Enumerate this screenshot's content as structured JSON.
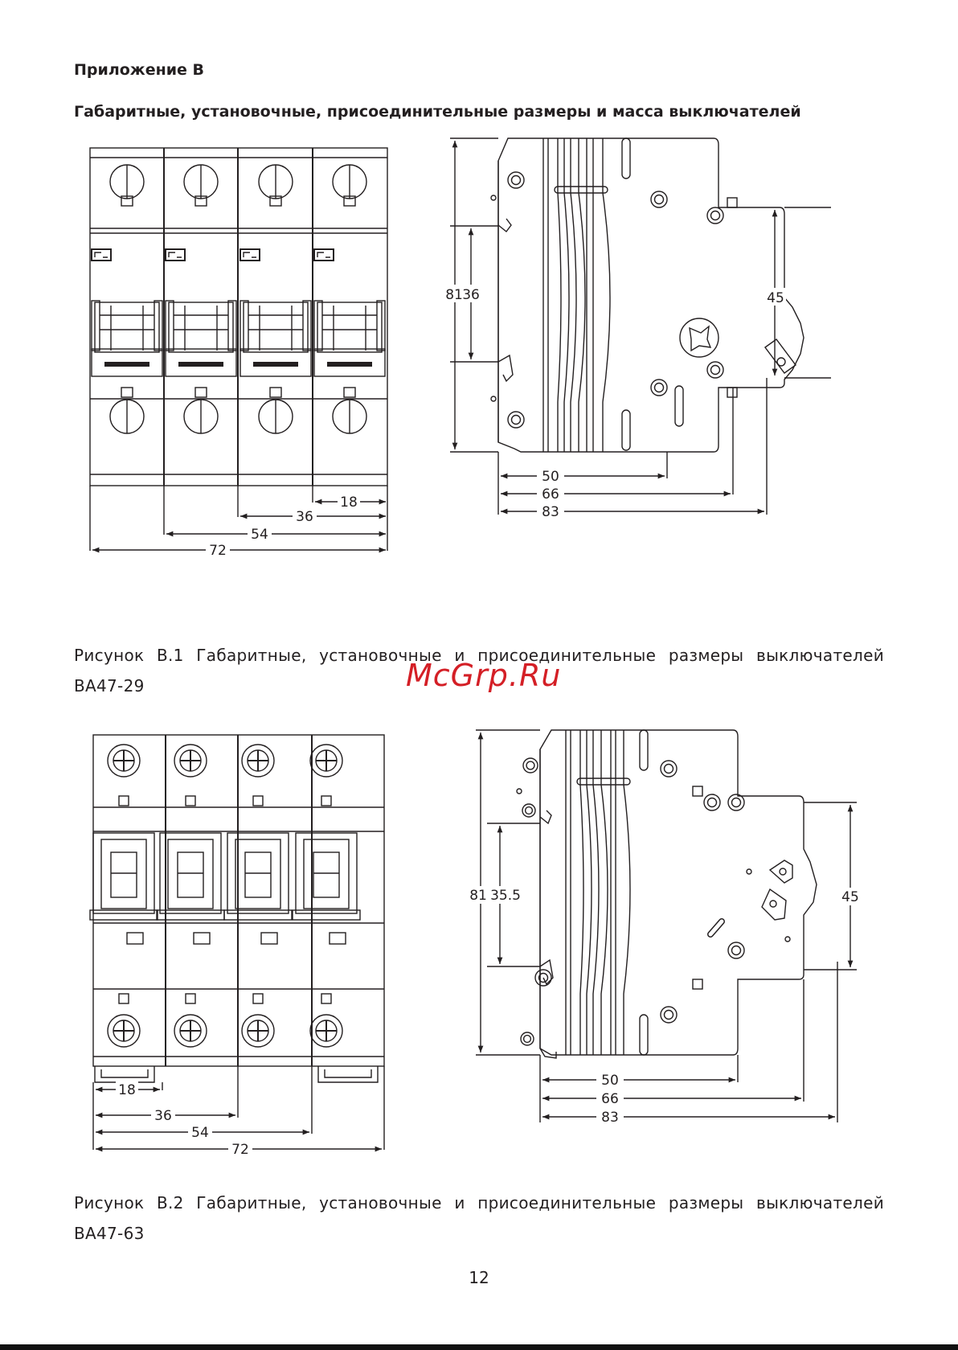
{
  "header": {
    "appendix_title": "Приложение В",
    "section_title": "Габаритные, установочные, присоединительные размеры и масса выключателей"
  },
  "figure1": {
    "caption": "Рисунок В.1 Габаритные, установочные и присоединительные размеры выключателей ВА47-29",
    "front_view_dims": {
      "d18": "18",
      "d36": "36",
      "d54": "54",
      "d72": "72"
    },
    "side_view_dims": {
      "d81": "81",
      "d36": "36",
      "d45": "45",
      "d50": "50",
      "d66": "66",
      "d83": "83"
    }
  },
  "figure2": {
    "caption": "Рисунок В.2 Габаритные, установочные и присоединительные размеры выключателей ВА47-63",
    "front_view_dims": {
      "d18": "18",
      "d36": "36",
      "d54": "54",
      "d72": "72"
    },
    "side_view_dims": {
      "d81": "81",
      "d35_5": "35.5",
      "d45": "45",
      "d50": "50",
      "d66": "66",
      "d83": "83"
    }
  },
  "watermark": "McGrp.Ru",
  "page_number": "12"
}
